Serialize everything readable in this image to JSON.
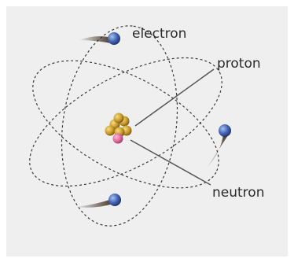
{
  "labels": {
    "electron": "electron",
    "proton": "proton",
    "neutron": "neutron"
  },
  "colors": {
    "background": "#efefef",
    "orbit": "#3a3a3a",
    "electron": "#3f5fb0",
    "proton": "#c9a032",
    "neutron": "#e06a9c",
    "trail": "#4a3a2a"
  }
}
